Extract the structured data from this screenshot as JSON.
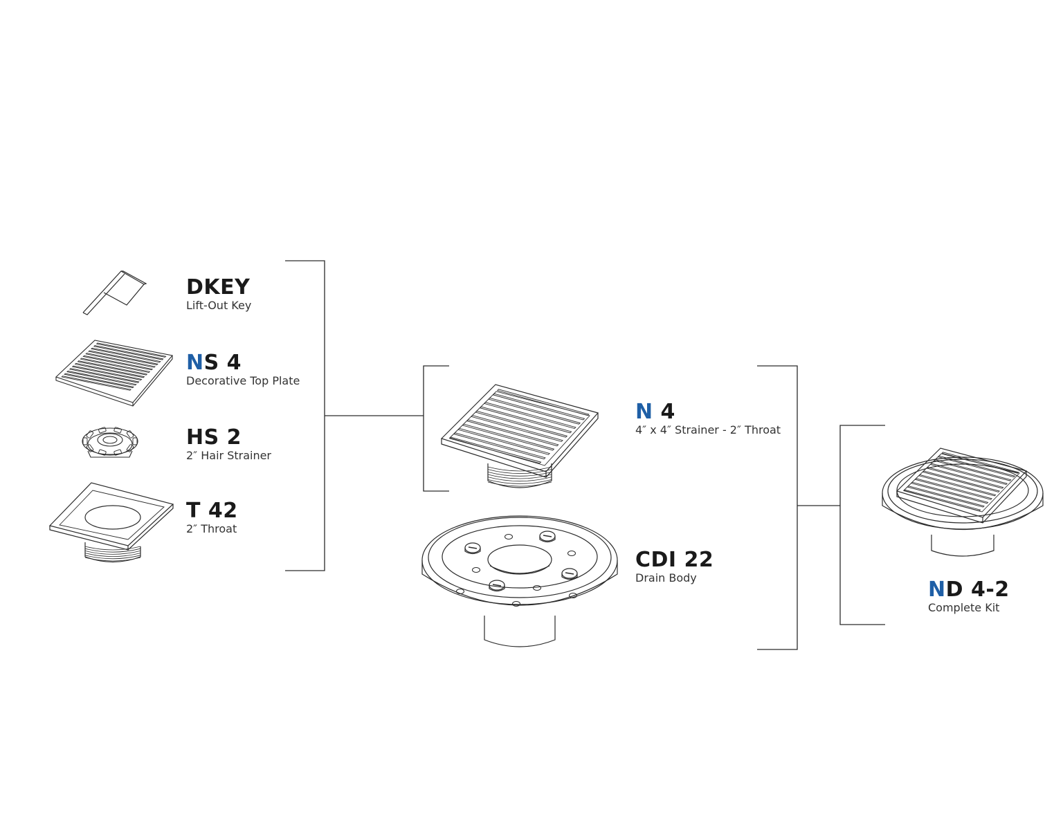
{
  "colors": {
    "accent": "#1f5fa6",
    "line": "#2a2a2a",
    "text": "#1a1a1a"
  },
  "parts": {
    "dkey": {
      "code_accent": "",
      "code_rest": "DKEY",
      "desc": "Lift-Out Key"
    },
    "ns4": {
      "code_accent": "N",
      "code_rest": "S 4",
      "desc": "Decorative Top Plate"
    },
    "hs2": {
      "code_accent": "",
      "code_rest": "HS 2",
      "desc": "2″ Hair Strainer"
    },
    "t42": {
      "code_accent": "",
      "code_rest": "T 42",
      "desc": "2″ Throat"
    },
    "n4": {
      "code_accent": "N",
      "code_rest": " 4",
      "desc": "4″ x 4″ Strainer - 2″ Throat"
    },
    "cdi22": {
      "code_accent": "",
      "code_rest": "CDI 22",
      "desc": "Drain Body"
    },
    "nd42": {
      "code_accent": "N",
      "code_rest": "D 4-2",
      "desc": "Complete Kit"
    }
  }
}
